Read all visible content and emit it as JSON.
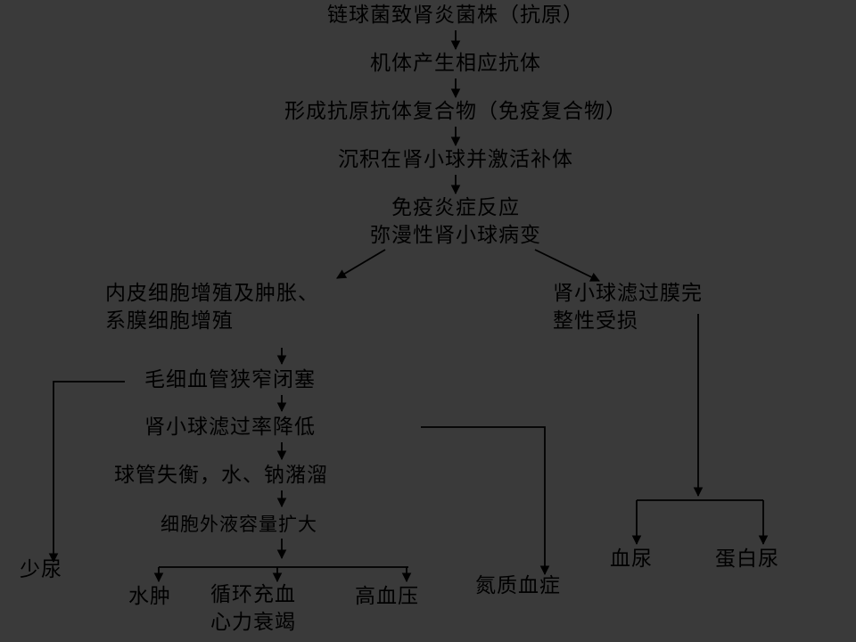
{
  "diagram": {
    "background": "#3a3a3a",
    "line_color": "#000000",
    "nodes": {
      "antigen": "链球菌致肾炎菌株（抗原）",
      "antibody": "机体产生相应抗体",
      "complex": "形成抗原抗体复合物（免疫复合物）",
      "deposit": "沉积在肾小球并激活补体",
      "inflammation": [
        "免疫炎症反应",
        "弥漫性肾小球病变"
      ],
      "endothelial": [
        "内皮细胞增殖及肿胀、",
        "系膜细胞增殖"
      ],
      "membrane": [
        "肾小球滤过膜完",
        "整性受损"
      ],
      "capillary": "毛细血管狭窄闭塞",
      "gfr": "肾小球滤过率降低",
      "imbalance": "球管失衡，水、钠潴溜",
      "ecf": "细胞外液容量扩大",
      "oliguria": "少尿",
      "edema": "水肿",
      "circulation": [
        "循环充血",
        "心力衰竭"
      ],
      "hypertension": "高血压",
      "azotemia": "氮质血症",
      "hematuria": "血尿",
      "proteinuria": "蛋白尿"
    }
  }
}
